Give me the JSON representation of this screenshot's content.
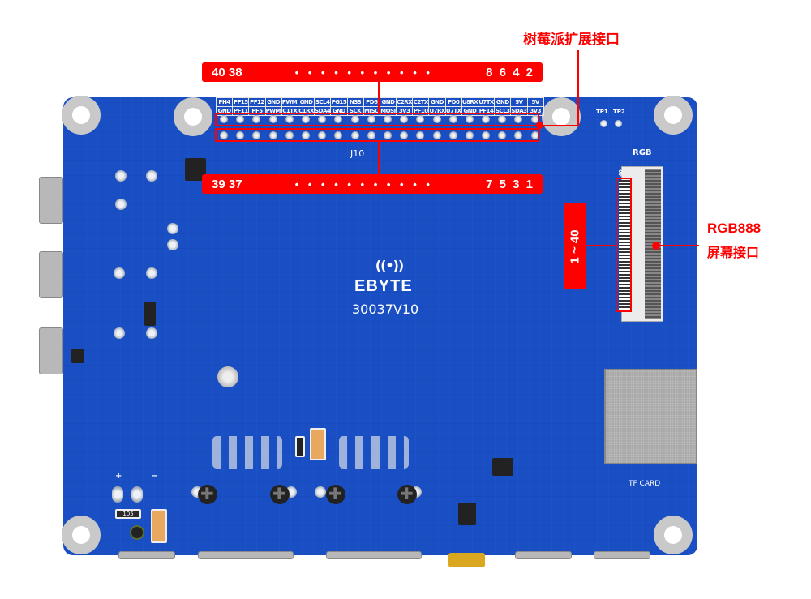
{
  "header_callout": {
    "title": "树莓派扩展接口",
    "top_banner": {
      "left": "40 38",
      "dots": "• • • • • • • • • • •",
      "right": "8 6 4 2"
    },
    "bottom_banner": {
      "left": "39 37",
      "dots": "• • • • • • • • • • •",
      "right": "7 5 3 1"
    }
  },
  "rgb_callout": {
    "line1": "RGB888",
    "line2": "屏幕接口",
    "pin_range": "1 ~ 40"
  },
  "header_pins": {
    "label": "J10",
    "top_row": [
      "PH4",
      "PF15",
      "PF12",
      "GND",
      "PWM1",
      "GND",
      "SCL4",
      "PG15",
      "NSS",
      "PD6",
      "GND",
      "C2RX",
      "C2TX",
      "GND",
      "PD0",
      "U8RX",
      "U7TX",
      "GND",
      "5V",
      "5V"
    ],
    "bottom_row": [
      "GND",
      "PF11",
      "PF5",
      "PWM2",
      "C1TX",
      "C1RX",
      "SDA4",
      "GND",
      "SCK",
      "MISO",
      "MOSI",
      "3V3",
      "PF10",
      "U7RX",
      "U7TX",
      "GND",
      "PF14",
      "SCL3",
      "SDA3",
      "3V3"
    ]
  },
  "board": {
    "brand": "EBYTE",
    "model": "30037V10",
    "rgb_label": "RGB",
    "fpc_pin_mark": "40",
    "tp1": "TP1",
    "tp2": "TP2",
    "tf_label": "TF CARD",
    "power_plus": "+",
    "power_minus": "−",
    "resistor_code": "105",
    "colors": {
      "pcb": "#1a4fc4",
      "accent": "#fe0000"
    }
  }
}
